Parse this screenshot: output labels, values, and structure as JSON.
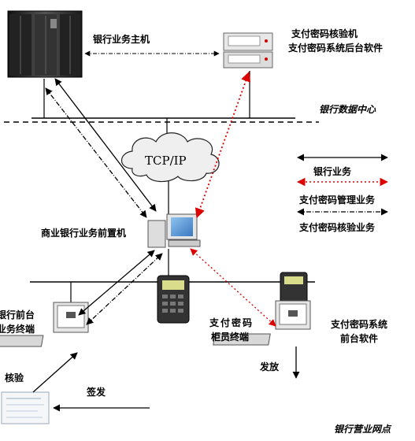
{
  "labels": {
    "bank_host": "银行业务主机",
    "verifier_line1": "支付密码核验机",
    "verifier_line2": "支付密码系统后台软件",
    "data_center": "银行数据中心",
    "tcpip": "TCP/IP",
    "front_machine": "商业银行业务前置机",
    "front_terminal_line1": "银行前台",
    "front_terminal_line2": "业务终端",
    "teller_terminal_line1": "支付密码",
    "teller_terminal_line2": "柜员终端",
    "pay_front_line1": "支付密码系统",
    "pay_front_line2": "前台软件",
    "issue": "发放",
    "verify": "核验",
    "sign": "签发",
    "branch": "银行营业网点"
  },
  "legend": {
    "items": [
      {
        "label": "银行业务",
        "style": "solid",
        "color": "#000000"
      },
      {
        "label": "支付密码管理业务",
        "style": "dotted",
        "color": "#dd0000"
      },
      {
        "label": "支付密码核验业务",
        "style": "dash-dot",
        "color": "#000000"
      }
    ]
  },
  "colors": {
    "management_red": "#dd0000",
    "line_black": "#000000",
    "monitor_screen": "#5b9ad5",
    "server_dark": "#2a2a2a"
  }
}
